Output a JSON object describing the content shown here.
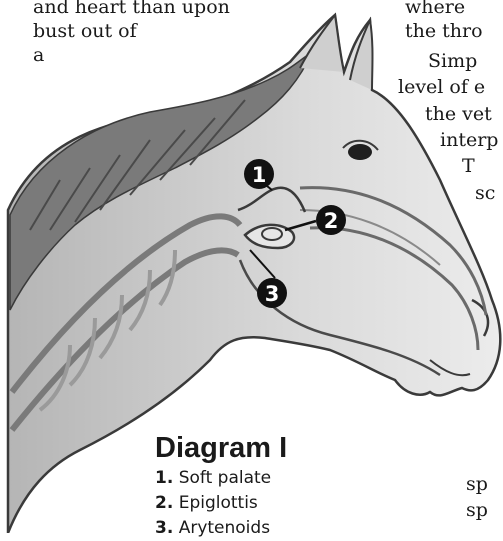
{
  "page_text": {
    "left_lines": [
      "and heart than upon",
      "bust out of",
      "a"
    ],
    "right_lines": [
      "where",
      "the thro",
      "Simp",
      "level of e",
      "the vet",
      "interp",
      "T",
      "sc"
    ],
    "bottom_right_lines": [
      "sp",
      "sp"
    ]
  },
  "diagram": {
    "markers": [
      {
        "number": "1"
      },
      {
        "number": "2"
      },
      {
        "number": "3"
      }
    ],
    "legend": {
      "title": "Diagram I",
      "items": [
        {
          "number": "1.",
          "label": "Soft palate"
        },
        {
          "number": "2.",
          "label": "Epiglottis"
        },
        {
          "number": "3.",
          "label": "Arytenoids"
        }
      ]
    }
  }
}
